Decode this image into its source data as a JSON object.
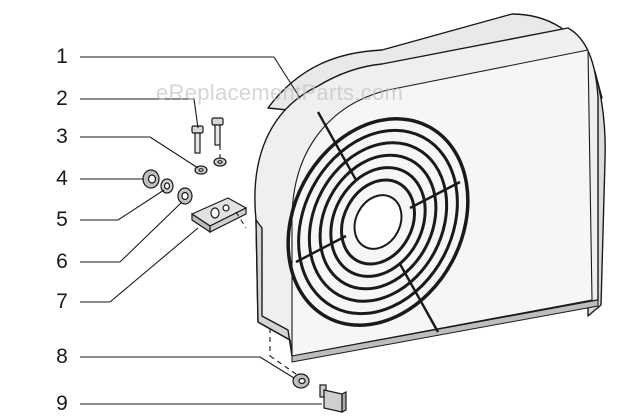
{
  "watermark": "eReplacementParts.com",
  "callouts": [
    {
      "label": "1",
      "part": "fan-shroud"
    },
    {
      "label": "2",
      "part": "bolt"
    },
    {
      "label": "3",
      "part": "lock-washer"
    },
    {
      "label": "4",
      "part": "nut"
    },
    {
      "label": "5",
      "part": "lock-washer"
    },
    {
      "label": "6",
      "part": "flat-washer"
    },
    {
      "label": "7",
      "part": "mounting-bracket"
    },
    {
      "label": "8",
      "part": "washer"
    },
    {
      "label": "9",
      "part": "bumper-foot"
    }
  ]
}
